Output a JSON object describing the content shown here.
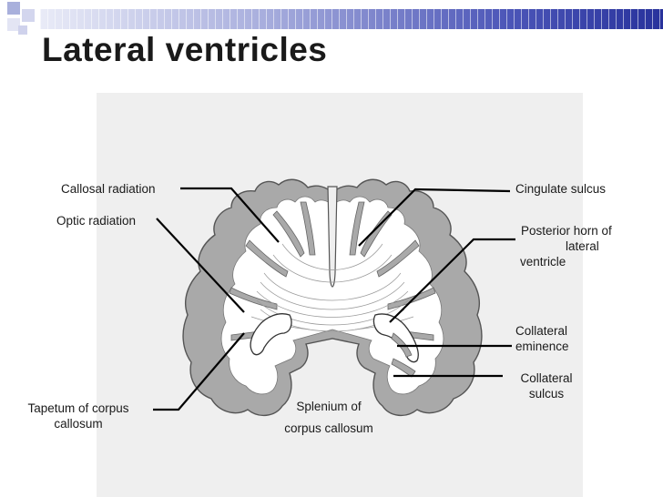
{
  "title": "Lateral ventricles",
  "labels": {
    "callosal_radiation": "Callosal radiation",
    "optic_radiation": "Optic radiation",
    "tapetum_line1": "Tapetum of corpus",
    "tapetum_line2": "callosum",
    "splenium_line1": "Splenium of",
    "splenium_line2": "corpus callosum",
    "cingulate_sulcus": "Cingulate sulcus",
    "posterior_horn_line1": "Posterior horn of",
    "posterior_horn_line2": "lateral",
    "posterior_horn_line3": "ventricle",
    "collateral_eminence_line1": "Collateral",
    "collateral_eminence_line2": "eminence",
    "collateral_sulcus_line1": "Collateral",
    "collateral_sulcus_line2": "sulcus"
  },
  "colors": {
    "accent_bar": "#4c56b8",
    "panel_bg": "#efefef",
    "cortex_grey": "#a9a9a9"
  }
}
